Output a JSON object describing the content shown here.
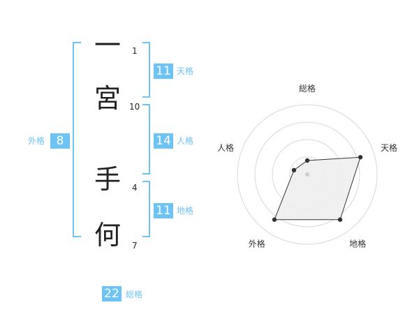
{
  "name": {
    "chars": [
      "一",
      "宮",
      "手",
      "何"
    ],
    "strokes": [
      "1",
      "10",
      "4",
      "7"
    ]
  },
  "kakaku": {
    "tenkaku": {
      "value": "11",
      "label": "天格"
    },
    "jinkaku": {
      "value": "14",
      "label": "人格"
    },
    "chikaku": {
      "value": "11",
      "label": "地格"
    },
    "gaikaku": {
      "value": "8",
      "label": "外格"
    },
    "soukaku": {
      "value": "22",
      "label": "総格"
    }
  },
  "radar": {
    "axes": [
      "総格",
      "天格",
      "地格",
      "外格",
      "人格"
    ],
    "values": [
      0.2,
      0.8,
      0.8,
      0.8,
      0.2
    ],
    "rings": 4,
    "color": "#333333",
    "fill": "#eeeeee"
  }
}
